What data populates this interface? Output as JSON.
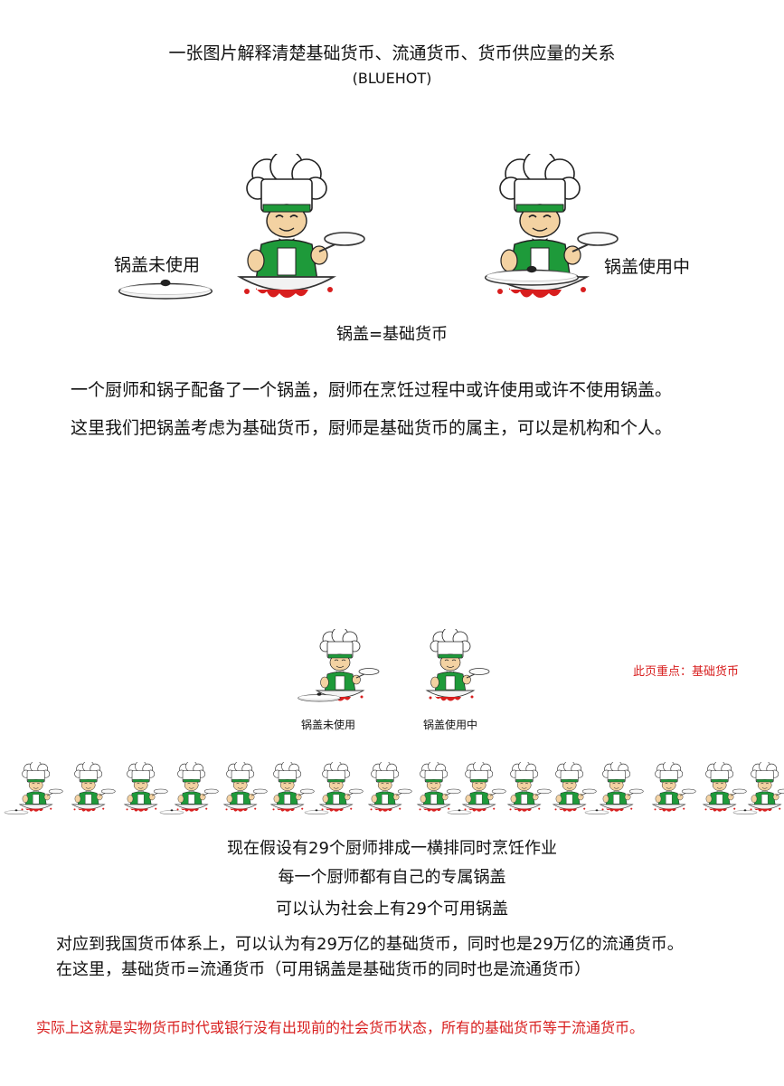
{
  "header": {
    "title": "一张图片解释清楚基础货币、流通货币、货币供应量的关系",
    "subtitle": "(BLUEHOT)"
  },
  "section1": {
    "label_unused": "锅盖未使用",
    "label_used": "锅盖使用中",
    "equation": "锅盖=基础货币",
    "para1": "一个厨师和锅子配备了一个锅盖，厨师在烹饪过程中或许使用或许不使用锅盖。",
    "para2": "这里我们把锅盖考虑为基础货币，厨师是基础货币的属主，可以是机构和个人。"
  },
  "section2": {
    "focus_note": "此页重点：基础货币",
    "label_unused": "锅盖未使用",
    "label_used": "锅盖使用中",
    "line1": "现在假设有29个厨师排成一横排同时烹饪作业",
    "line2": "每一个厨师都有自己的专属锅盖",
    "line3": "可以认为社会上有29个可用锅盖",
    "para1": "对应到我国货币体系上，可以认为有29万亿的基础货币，同时也是29万亿的流通货币。",
    "para2": "在这里，基础货币=流通货币（可用锅盖是基础货币的同时也是流通货币）",
    "conclusion": "实际上这就是实物货币时代或银行没有出现前的社会货币状态，所有的基础货币等于流通货币。"
  },
  "colors": {
    "apron": "#1e9a3a",
    "sauce": "#d81e1e",
    "highlight_text": "#d81e1e"
  }
}
